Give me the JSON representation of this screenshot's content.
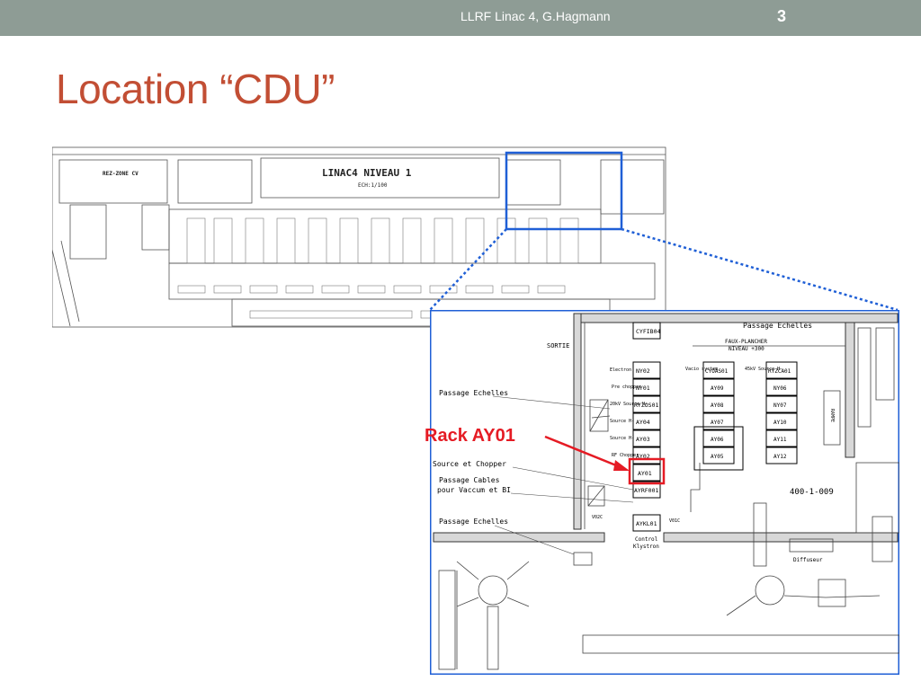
{
  "header": {
    "footer_text": "LLRF Linac 4, G.Hagmann",
    "slide_number": "3"
  },
  "slide": {
    "title": "Location “CDU”",
    "callout_label": "Rack AY01"
  },
  "overview_plan": {
    "title": "LINAC4 NIVEAU 1",
    "scale": "ECH:1/100",
    "zone_label": "REZ-ZONE CV"
  },
  "detail_plan": {
    "labels": {
      "sortie": "SORTIE",
      "passage_echelles_top": "Passage Echelles",
      "faux_plancher_1": "FAUX-PLANCHER",
      "faux_plancher_2": "NIVEAU +300",
      "passage_echelles_1": "Passage Echelles",
      "source_chopper": "Source et Chopper",
      "passage_cables_1": "Passage Cables",
      "passage_cables_2": "pour Vaccum et BI",
      "passage_echelles_2": "Passage Echelles",
      "room_number": "400-1-009",
      "control_klystron_1": "Control",
      "control_klystron_2": "Klystron",
      "diffuseur": "Diffuseur",
      "rampe": "RAMPE",
      "v02c": "V02C",
      "v01c": "V01C"
    },
    "rack_column_1": [
      "NY02",
      "NY01",
      "RYZOS01",
      "AY04",
      "AY03",
      "AY02",
      "AY01",
      "AYRF001"
    ],
    "rack_column_1_top": "CYFIB04",
    "rack_column_1_side": [
      "Electron",
      "Pre chopper",
      "20kV Source H-",
      "Source H-",
      "Source H-",
      "RF Chopper"
    ],
    "rack_column_2": [
      "CYOAS01",
      "AY09",
      "AY08",
      "AY07",
      "AY06",
      "AY05"
    ],
    "rack_column_3": [
      "RYZCA01",
      "NY06",
      "NY07",
      "AY10",
      "AY11",
      "AY12"
    ],
    "rack_klystron": "AYKL01",
    "col2_side": "Vacio system",
    "col3_side": "45kV Source H-"
  },
  "colors": {
    "header_bar": "#8e9c95",
    "title": "#c24e34",
    "callout": "#e51b24",
    "highlight_box": "#1f5fd6"
  }
}
